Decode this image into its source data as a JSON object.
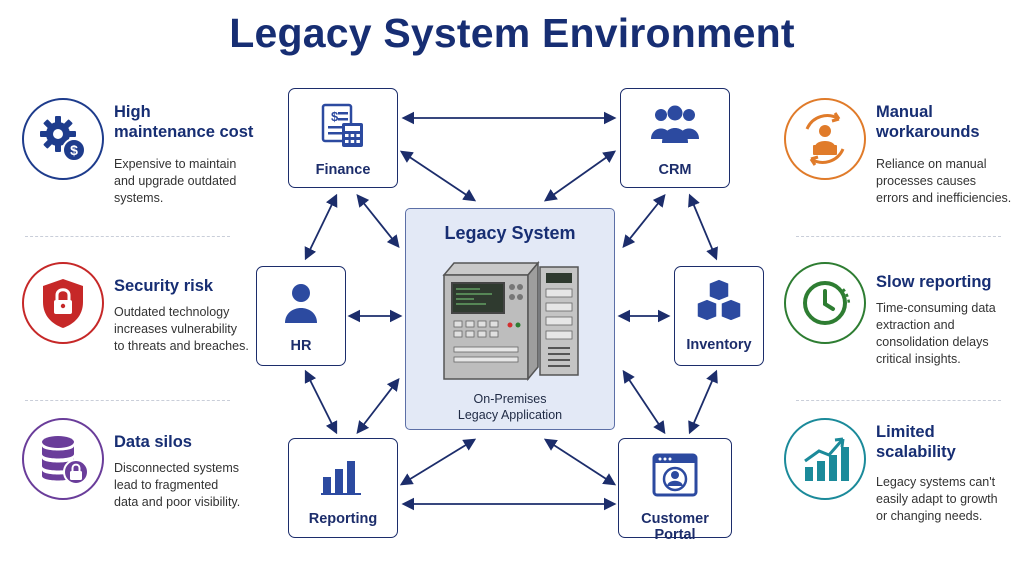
{
  "title": "Legacy System Environment",
  "left_issues": [
    {
      "heading_line1": "High",
      "heading_line2": "maintenance cost",
      "desc_line1": "Expensive to maintain",
      "desc_line2": "and upgrade outdated",
      "desc_line3": "systems.",
      "icon": "gear-dollar-icon",
      "color": "#1e3c8c"
    },
    {
      "heading_line1": "Security risk",
      "desc_line1": "Outdated technology",
      "desc_line2": "increases vulnerability",
      "desc_line3": "to threats and breaches.",
      "icon": "shield-lock-icon",
      "color": "#c62828"
    },
    {
      "heading_line1": "Data silos",
      "desc_line1": "Disconnected systems",
      "desc_line2": "lead to fragmented",
      "desc_line3": "data and poor visibility.",
      "icon": "database-lock-icon",
      "color": "#6a3d9a"
    }
  ],
  "right_issues": [
    {
      "heading_line1": "Manual",
      "heading_line2": "workarounds",
      "desc_line1": "Reliance on manual",
      "desc_line2": "processes causes",
      "desc_line3": "errors and inefficiencies.",
      "icon": "manual-worker-icon",
      "color": "#e07b2a"
    },
    {
      "heading_line1": "Slow reporting",
      "desc_line1": "Time-consuming data",
      "desc_line2": "extraction and",
      "desc_line3": "consolidation delays",
      "desc_line4": "critical insights.",
      "icon": "clock-icon",
      "color": "#2e7d32"
    },
    {
      "heading_line1": "Limited",
      "heading_line2": "scalability",
      "desc_line1": "Legacy systems can't",
      "desc_line2": "easily adapt to growth",
      "desc_line3": "or changing needs.",
      "icon": "growth-chart-icon",
      "color": "#1b8a9a"
    }
  ],
  "nodes": {
    "finance": "Finance",
    "crm": "CRM",
    "hr": "HR",
    "inventory": "Inventory",
    "reporting": "Reporting",
    "customer_portal": "Customer Portal"
  },
  "center": {
    "title": "Legacy System",
    "sub_line1": "On-Premises",
    "sub_line2": "Legacy Application"
  },
  "colors": {
    "navy": "#172e73",
    "node_border": "#1c2d6b",
    "icon_blue": "#2c4aa0",
    "center_bg": "#e3e9f6"
  }
}
